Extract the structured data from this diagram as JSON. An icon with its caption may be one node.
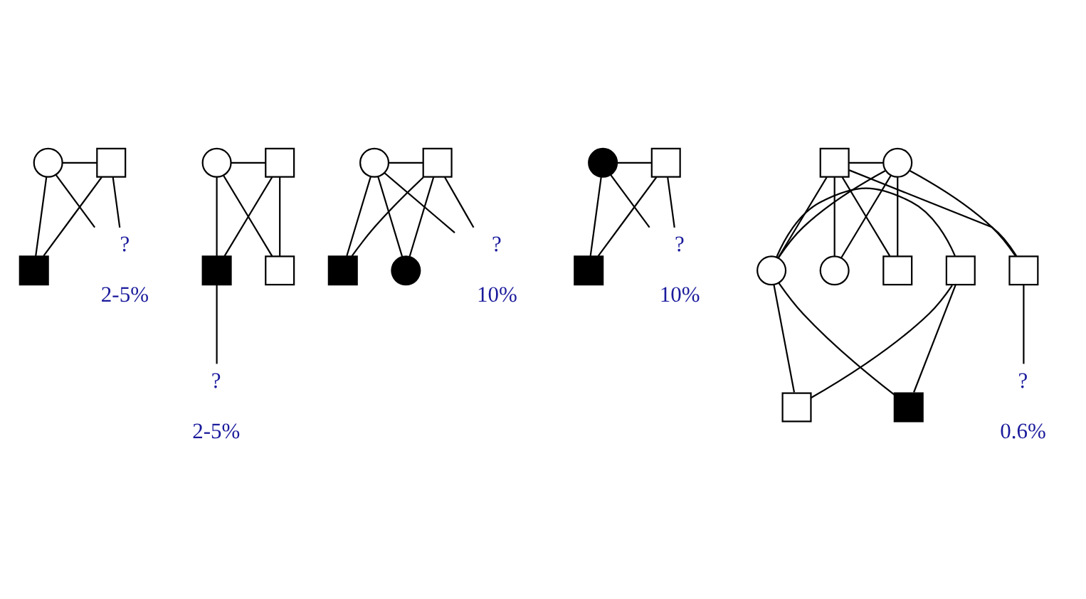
{
  "diagram": {
    "nodes": [
      {
        "text": [],
        "shape": "circle"
      },
      {
        "text": [],
        "shape": "box"
      },
      {
        "text": [],
        "shape": "box"
      },
      {
        "text": [
          "?"
        ],
        "beside": [
          "2-5%"
        ]
      },
      {
        "text": [],
        "shape": "circle"
      },
      {
        "text": [],
        "shape": "box"
      },
      {
        "text": [],
        "shape": "box"
      },
      {
        "text": [],
        "shape": "box"
      },
      {
        "text": [
          "?"
        ],
        "beside": [
          "2-5%"
        ]
      },
      {
        "text": [],
        "shape": "circle"
      },
      {
        "text": [],
        "shape": "box"
      },
      {
        "text": [],
        "shape": "box"
      },
      {
        "text": [],
        "shape": "circle"
      },
      {
        "text": [
          "?"
        ],
        "beside": [
          "10%"
        ]
      },
      {
        "text": [],
        "shape": "circle"
      },
      {
        "text": [],
        "shape": "box"
      },
      {
        "text": [],
        "shape": "box"
      },
      {
        "text": [
          "?"
        ],
        "beside": [
          "10%"
        ]
      },
      {
        "text": [],
        "shape": "box"
      },
      {
        "text": [],
        "shape": "circle"
      },
      {
        "text": [],
        "shape": "box"
      },
      {
        "text": [],
        "shape": "box"
      },
      {
        "text": [],
        "shape": "circle"
      },
      {
        "text": [],
        "shape": "circle"
      },
      {
        "text": [],
        "shape": "box"
      },
      {
        "text": [],
        "shape": "box"
      },
      {
        "text": [],
        "shape": "box"
      },
      {
        "text": [
          "?"
        ],
        "beside": [
          "0.6%"
        ]
      }
    ],
    "edges": [
      {
        "from": 0,
        "to": 1,
        "arrow": "none"
      },
      {
        "from": 0,
        "to": 2,
        "arrow": "none"
      },
      {
        "from": 1,
        "to": 2,
        "arrow": "none"
      },
      {
        "from": 0,
        "to": 3,
        "arrow": "none"
      },
      {
        "from": 1,
        "to": 3,
        "arrow": "none"
      },
      {
        "from": 4,
        "to": 5,
        "arrow": "none"
      },
      {
        "from": 4,
        "to": 6,
        "arrow": "none"
      },
      {
        "from": 5,
        "to": 6,
        "arrow": "none"
      },
      {
        "from": 4,
        "to": 7,
        "arrow": "none"
      },
      {
        "from": 5,
        "to": 7,
        "arrow": "none"
      },
      {
        "from": 6,
        "to": 8,
        "arrow": "none"
      },
      {
        "from": 9,
        "to": 10,
        "arrow": "none"
      },
      {
        "from": 9,
        "to": 11,
        "arrow": "none"
      },
      {
        "from": 10,
        "to": 11,
        "arrow": "none"
      },
      {
        "from": 9,
        "to": 12,
        "arrow": "none"
      },
      {
        "from": 10,
        "to": 12,
        "arrow": "none"
      },
      {
        "from": 9,
        "to": 13,
        "arrow": "none"
      },
      {
        "from": 10,
        "to": 13,
        "arrow": "none"
      },
      {
        "from": 14,
        "to": 15,
        "arrow": "none"
      },
      {
        "from": 14,
        "to": 16,
        "arrow": "none"
      },
      {
        "from": 15,
        "to": 16,
        "arrow": "none"
      },
      {
        "from": 14,
        "to": 17,
        "arrow": "none"
      },
      {
        "from": 15,
        "to": 17,
        "arrow": "none"
      },
      {
        "from": 18,
        "to": 19,
        "arrow": "none"
      },
      {
        "from": 18,
        "to": 20,
        "arrow": "none"
      },
      {
        "from": 19,
        "to": 20,
        "arrow": "none"
      },
      {
        "from": 18,
        "to": 21,
        "arrow": "none"
      },
      {
        "from": 19,
        "to": 21,
        "arrow": "none"
      },
      {
        "from": 18,
        "to": 22,
        "arrow": "none"
      },
      {
        "from": 19,
        "to": 22,
        "arrow": "none"
      },
      {
        "from": 18,
        "to": 23,
        "arrow": "none"
      },
      {
        "from": 19,
        "to": 23,
        "arrow": "none"
      },
      {
        "from": 23,
        "to": 24,
        "arrow": "none"
      },
      {
        "from": 23,
        "to": 25,
        "arrow": "none"
      },
      {
        "from": 24,
        "to": 25,
        "arrow": "none"
      },
      {
        "from": 23,
        "to": 26,
        "arrow": "none"
      },
      {
        "from": 24,
        "to": 26,
        "arrow": "none"
      },
      {
        "from": 20,
        "to": 27,
        "arrow": "none"
      }
    ]
  }
}
